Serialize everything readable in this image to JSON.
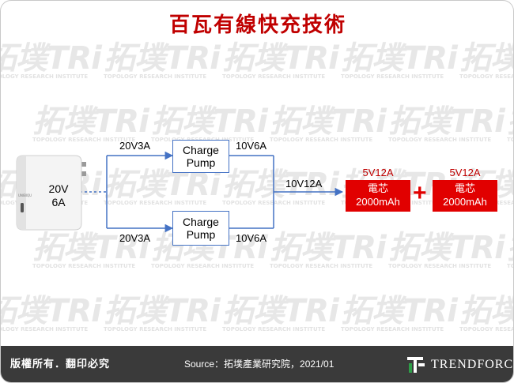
{
  "title": "百瓦有線快充技術",
  "watermark": {
    "brand": "拓墣TRi",
    "sub": "TOPOLOGY RESEARCH INSTITUTE"
  },
  "charger": {
    "line1": "20V",
    "line2": "6A",
    "brand_mark": "UNIBIQU"
  },
  "branches": [
    {
      "input_label": "20V3A",
      "box_line1": "Charge",
      "box_line2": "Pump",
      "output_label": "10V6A"
    },
    {
      "input_label": "20V3A",
      "box_line1": "Charge",
      "box_line2": "Pump",
      "output_label": "10V6A"
    }
  ],
  "combined_label": "10V12A",
  "batteries": [
    {
      "voltage": "5V12A",
      "name": "電芯",
      "capacity": "2000mAh"
    },
    {
      "voltage": "5V12A",
      "name": "電芯",
      "capacity": "2000mAh"
    }
  ],
  "plus_symbol": "+",
  "footer": {
    "copyright": "版權所有．翻印必究",
    "source": "Source：拓墣產業研究院，2021/01",
    "logo_text": "TRENDFORCE"
  },
  "colors": {
    "accent": "#c00000",
    "battery": "#e10000",
    "connector": "#4472c4",
    "footer_bg": "#3a3a3a"
  }
}
